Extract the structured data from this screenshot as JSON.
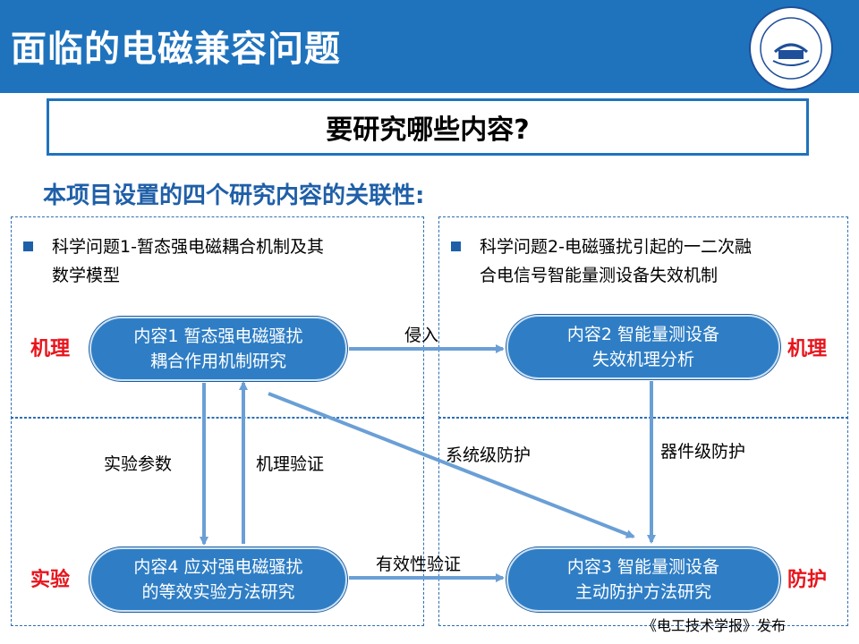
{
  "header": {
    "title": "面临的电磁兼容问题",
    "logo_icon": "university-emblem-icon"
  },
  "question": "要研究哪些内容?",
  "subtitle": "本项目设置的四个研究内容的关联性:",
  "problems": {
    "p1": {
      "line1": "科学问题1-暂态强电磁耦合机制及其",
      "line2": "数学模型"
    },
    "p2": {
      "line1": "科学问题2-电磁骚扰引起的一二次融",
      "line2": "合电信号智能量测设备失效机制"
    }
  },
  "contents": {
    "c1": {
      "line1": "内容1 暂态强电磁骚扰",
      "line2": "耦合作用机制研究"
    },
    "c2": {
      "line1": "内容2 智能量测设备",
      "line2": "失效机理分析"
    },
    "c3": {
      "line1": "内容3 智能量测设备",
      "line2": "主动防护方法研究"
    },
    "c4": {
      "line1": "内容4 应对强电磁骚扰",
      "line2": "的等效实验方法研究"
    }
  },
  "side_labels": {
    "left_top": "机理",
    "right_top": "机理",
    "left_bottom": "实验",
    "right_bottom": "防护"
  },
  "arrow_labels": {
    "invade": "侵入",
    "exp_params": "实验参数",
    "mech_verify": "机理验证",
    "system_protect": "系统级防护",
    "device_protect": "器件级防护",
    "effect_verify": "有效性验证"
  },
  "footer": "《电工技术学报》发布",
  "colors": {
    "header": "#1f73bd",
    "pill": "#2f7ec5",
    "arrow": "#6a9fd6",
    "side_label": "#e8141c",
    "subtitle": "#1f5fa8"
  }
}
